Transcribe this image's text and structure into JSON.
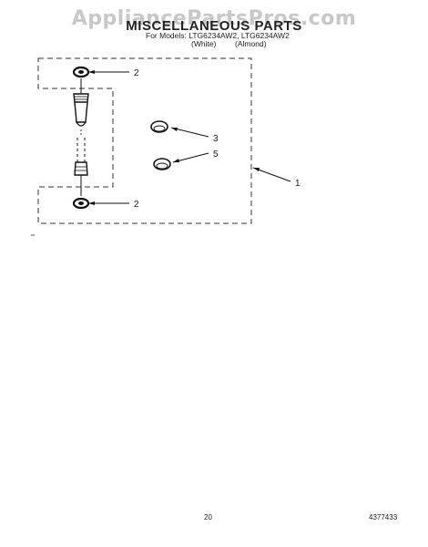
{
  "watermark": "AppliancePartsPros.com",
  "header": {
    "title": "MISCELLANEOUS PARTS",
    "models_line": "For Models: LTG6234AW2, LTG6234AW2",
    "variants": [
      "(White)",
      "(Almond)"
    ]
  },
  "callouts": [
    {
      "id": "upper-washer",
      "label": "2"
    },
    {
      "id": "lower-washer",
      "label": "2"
    },
    {
      "id": "clip-a",
      "label": "3"
    },
    {
      "id": "clip-b",
      "label": "5"
    },
    {
      "id": "kit",
      "label": "1"
    }
  ],
  "footer": {
    "page_number": "20",
    "doc_number": "4377433"
  }
}
